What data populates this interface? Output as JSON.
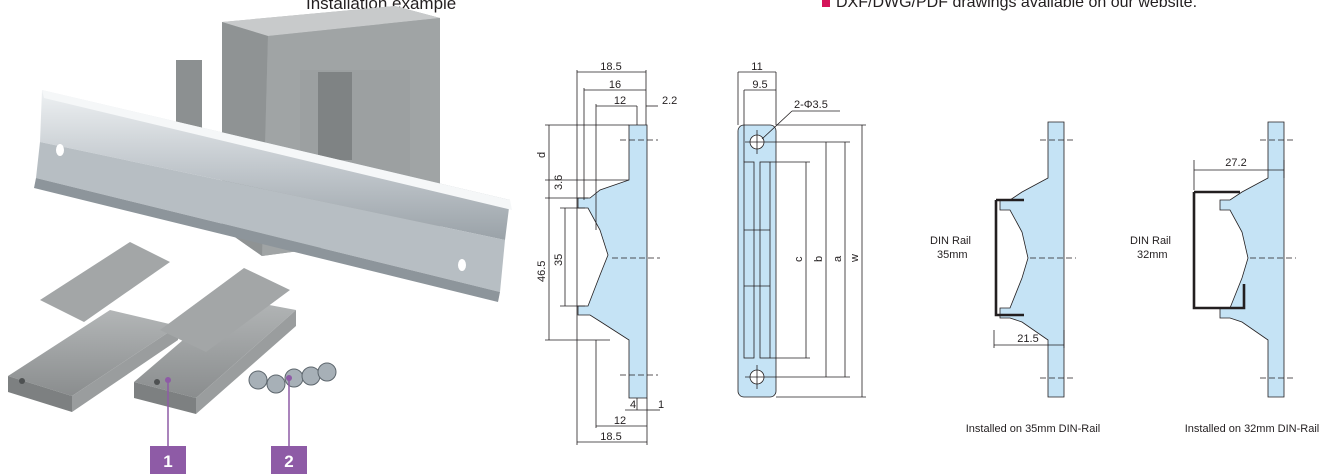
{
  "header": {
    "installation_label": "Installation example",
    "note": "DXF/DWG/PDF drawings available on our website."
  },
  "callouts": [
    {
      "number": "1",
      "target": "din-rail-clip"
    },
    {
      "number": "2",
      "target": "screws"
    }
  ],
  "colors": {
    "accent": "#8e5ba6",
    "bullet": "#d4145a",
    "part_fill": "#c5e3f5",
    "line": "#231f20"
  },
  "side_view": {
    "dims": {
      "d185_top": "18.5",
      "d16": "16",
      "d12_top": "12",
      "d22": "2.2",
      "d": "d",
      "d36": "3.6",
      "d465": "46.5",
      "d35": "35",
      "d4": "4",
      "d1": "1",
      "d12_bottom": "12",
      "d185_bottom": "18.5"
    }
  },
  "front_view": {
    "dims": {
      "d11": "11",
      "d95": "9.5",
      "hole": "2-Φ3.5",
      "c": "c",
      "b": "b",
      "a": "a",
      "w": "w"
    }
  },
  "install_35": {
    "rail_label_line1": "DIN Rail",
    "rail_label_line2": "35mm",
    "dim": "21.5",
    "caption": "Installed on 35mm DIN-Rail"
  },
  "install_32": {
    "rail_label_line1": "DIN Rail",
    "rail_label_line2": "32mm",
    "dim": "27.2",
    "caption": "Installed on 32mm DIN-Rail"
  }
}
